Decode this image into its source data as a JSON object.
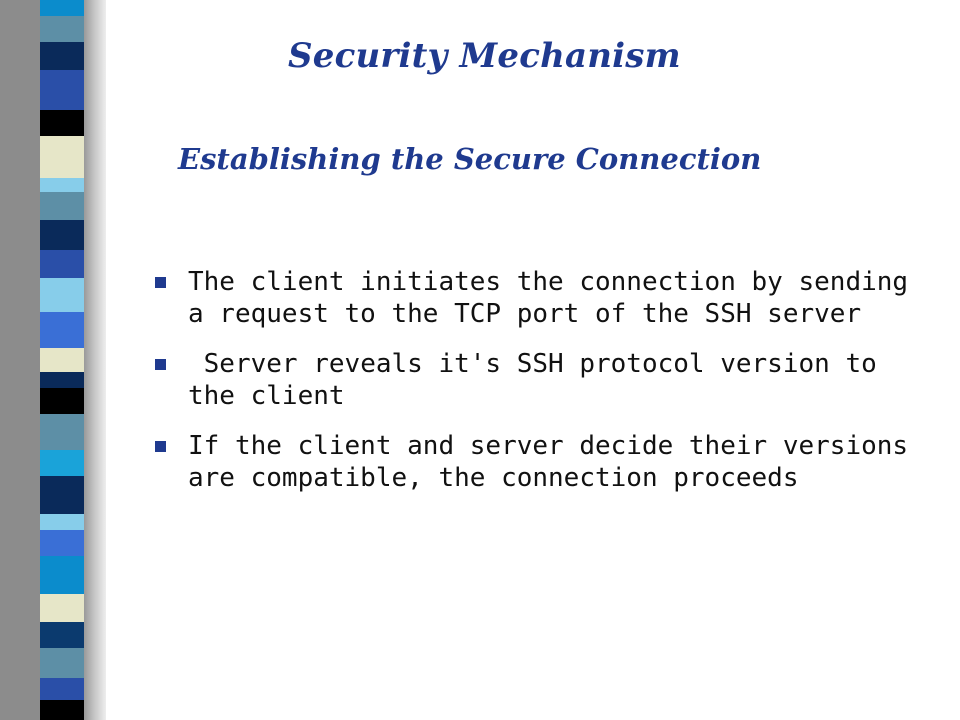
{
  "slide": {
    "title": "Security Mechanism",
    "subtitle": "Establishing the Secure Connection",
    "bullets": [
      {
        "text": "The client initiates the connection by sending a request to the TCP port of the SSH server"
      },
      {
        "text": " Server reveals it's SSH protocol version to the client"
      },
      {
        "text": "If the client and server decide their versions are compatible, the connection proceeds"
      }
    ]
  },
  "colors": {
    "title": "#1f3a8f",
    "bullet_marker": "#1f3a8f",
    "body_text": "#111111",
    "stripe_palette": [
      "#2a4fa8",
      "#0b8ccc",
      "#5d8fa6",
      "#e6e6c8",
      "#0a2a5a",
      "#87cdea",
      "#000000",
      "#1aa3d9",
      "#3a6fd6",
      "#0b3a6e"
    ]
  },
  "decoration": {
    "left_stripe_icon": "color-block-stripe"
  }
}
